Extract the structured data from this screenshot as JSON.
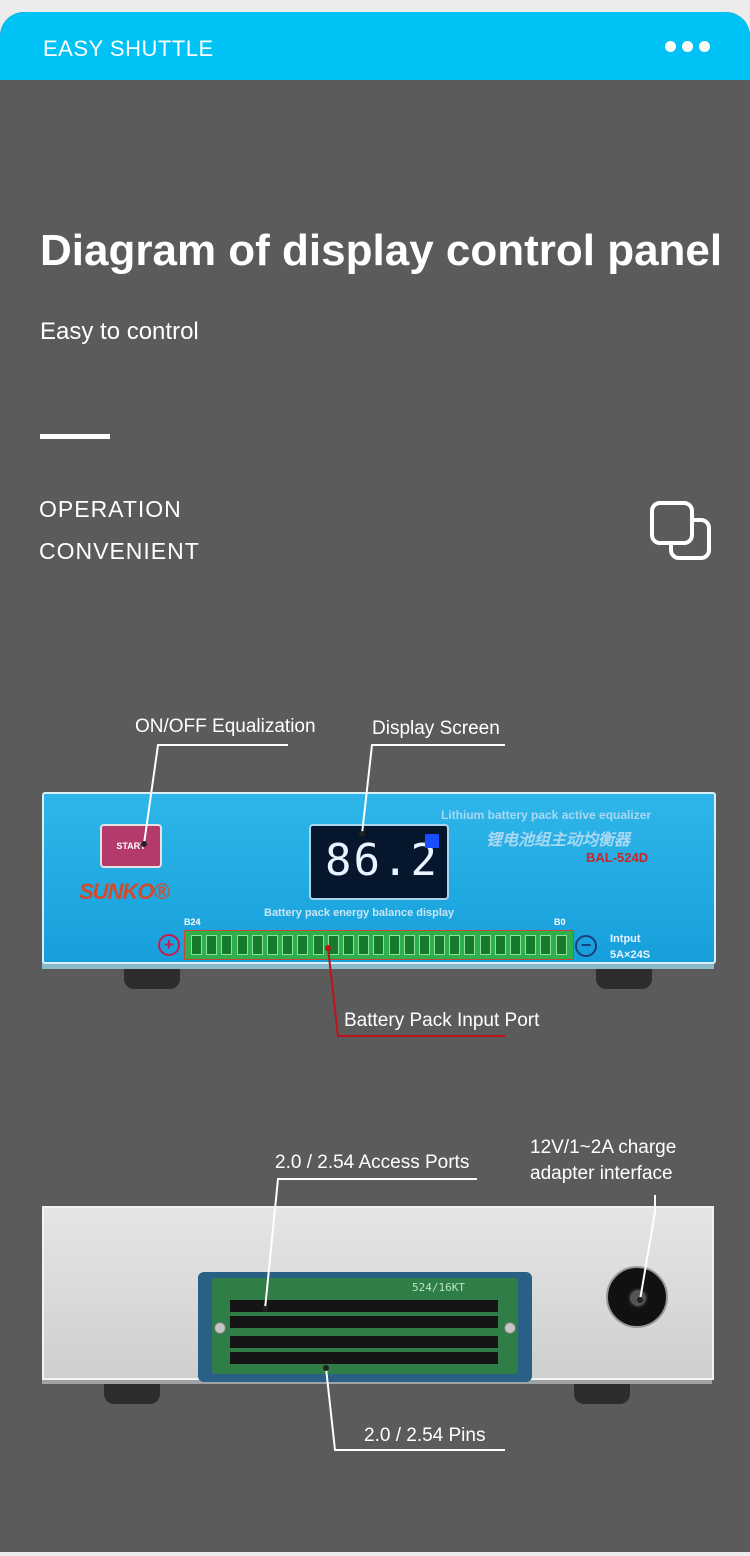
{
  "header": {
    "brand": "EASY SHUTTLE",
    "menu_icon": "more-dots-icon"
  },
  "hero": {
    "title": "Diagram of display control panel",
    "subtitle": "Easy to control",
    "feature_line1": "OPERATION",
    "feature_line2": "CONVENIENT",
    "feature_icon": "copy-icon"
  },
  "front_panel": {
    "callout_onoff": "ON/OFF Equalization",
    "callout_display": "Display Screen",
    "callout_input": "Battery Pack Input Port",
    "start_label": "START",
    "logo": "SUNKO®",
    "screen_value": "86.2",
    "model_en": "Lithium battery pack active equalizer",
    "model_cn": "锂电池组主动均衡器",
    "model_no": "BAL-524D",
    "display_caption": "Battery pack energy balance display",
    "terminal_left": "B24",
    "terminal_right": "B0",
    "input_title": "Intput",
    "input_spec": "5A×24S"
  },
  "rear_panel": {
    "callout_ports": "2.0 / 2.54 Access Ports",
    "callout_adapter_line1": "12V/1~2A charge",
    "callout_adapter_line2": "adapter interface",
    "callout_pins": "2.0 / 2.54 Pins",
    "pcb_label": "524/16KT"
  },
  "colors": {
    "topbar": "#00c2f5",
    "background": "#5b5b5b",
    "device_blue": "#1da7e0",
    "callout_red": "#c0121a"
  }
}
